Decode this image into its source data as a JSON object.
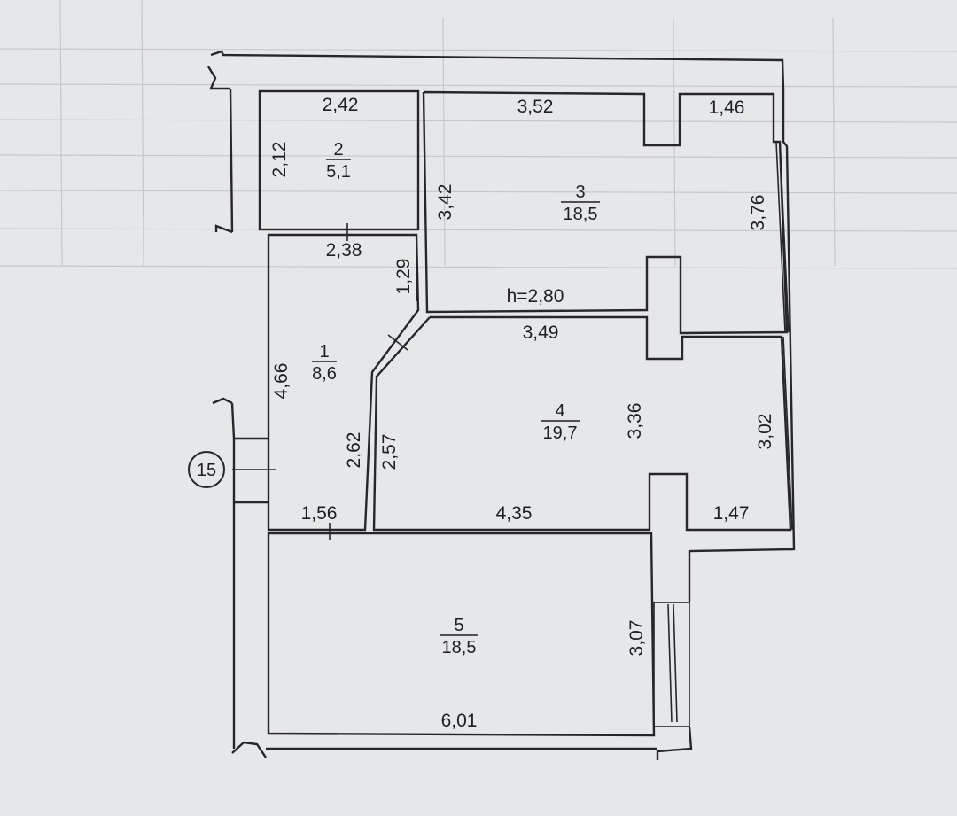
{
  "floor_plan": {
    "ceiling_height": "h=2,80",
    "axis_marker": "15",
    "rooms": [
      {
        "number": "1",
        "area": "8,6"
      },
      {
        "number": "2",
        "area": "5,1"
      },
      {
        "number": "3",
        "area": "18,5"
      },
      {
        "number": "4",
        "area": "19,7"
      },
      {
        "number": "5",
        "area": "18,5"
      }
    ],
    "dimensions": {
      "room2_top": "2,42",
      "room2_left": "2,12",
      "room1_top": "2,38",
      "room1_door": "1,29",
      "room1_left": "4,66",
      "room1_diag_left": "2,62",
      "room1_bottom": "1,56",
      "room3_top": "3,52",
      "room3_right_top": "1,46",
      "room3_left": "3,42",
      "room3_right": "3,76",
      "room4_top": "3,49",
      "room4_left": "2,57",
      "room4_mid": "3,36",
      "room4_right": "3,02",
      "room4_bottom": "4,35",
      "room4_bottom_right": "1,47",
      "room5_right": "3,07",
      "room5_bottom": "6,01"
    }
  },
  "colors": {
    "paper": "#e6e7e9",
    "ink": "#26272b"
  }
}
